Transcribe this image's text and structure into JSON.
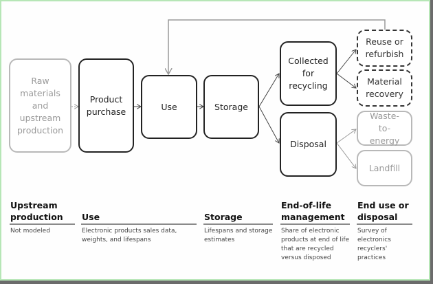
{
  "nodes": {
    "raw": "Raw materials and upstream production",
    "purchase": "Product purchase",
    "use": "Use",
    "storage": "Storage",
    "collected": "Collected for recycling",
    "disposal": "Disposal",
    "reuse": "Reuse or refurbish",
    "material": "Material recovery",
    "waste": "Waste-to-energy",
    "landfill": "Landfill"
  },
  "columns": [
    {
      "header": "Upstream production",
      "description": "Not modeled"
    },
    {
      "header": "Use",
      "description": "Electronic products sales data, weights, and lifespans"
    },
    {
      "header": "Storage",
      "description": "Lifespans and storage estimates"
    },
    {
      "header": "End-of-life management",
      "description": "Share of electronic products at end of life that are recycled versus disposed"
    },
    {
      "header": "End use or disposal",
      "description": "Survey of electronics recyclers' practices"
    }
  ],
  "colors": {
    "frame_border": "#b6e6b6",
    "solid": "#222222",
    "grey": "#b8b8b8"
  }
}
